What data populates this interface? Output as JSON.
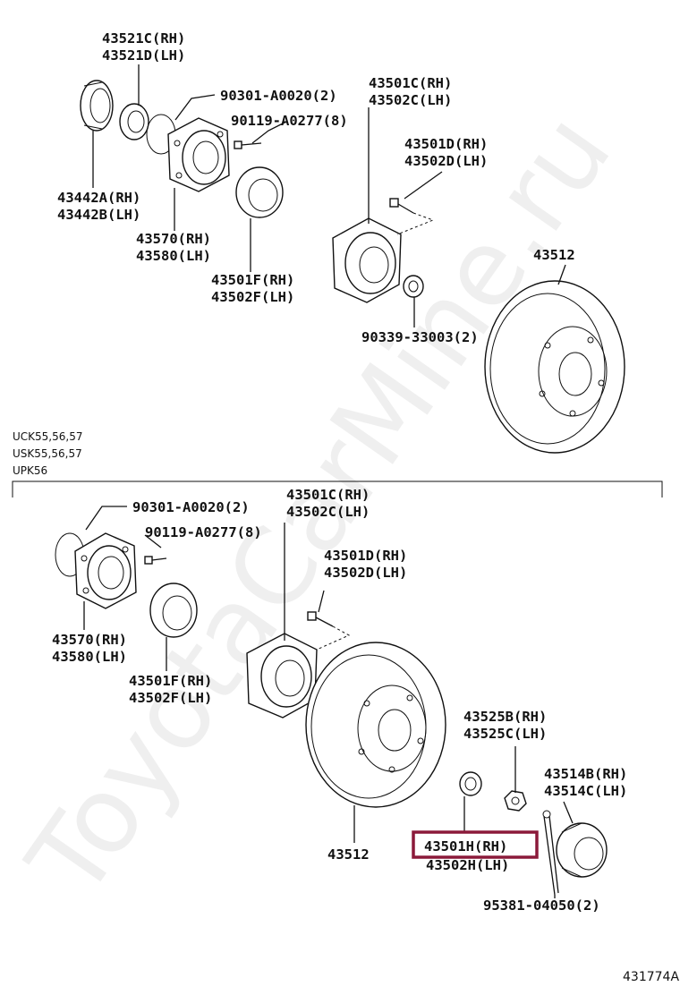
{
  "watermark": "ToyotaCarMine.ru",
  "top": {
    "p43521": [
      "43521C(RH)",
      "43521D(LH)"
    ],
    "p90301": "90301-A0020(2)",
    "p90119": "90119-A0277(8)",
    "p43442": [
      "43442A(RH)",
      "43442B(LH)"
    ],
    "p43570": [
      "43570(RH)",
      "43580(LH)"
    ],
    "p43501F": [
      "43501F(RH)",
      "43502F(LH)"
    ],
    "p43501C": [
      "43501C(RH)",
      "43502C(LH)"
    ],
    "p43501D": [
      "43501D(RH)",
      "43502D(LH)"
    ],
    "p90339": "90339-33003(2)",
    "p43512": "43512"
  },
  "applicability": [
    "UCK55,56,57",
    "USK55,56,57",
    "UPK56"
  ],
  "bottom": {
    "p90301": "90301-A0020(2)",
    "p90119": "90119-A0277(8)",
    "p43501C": [
      "43501C(RH)",
      "43502C(LH)"
    ],
    "p43501D": [
      "43501D(RH)",
      "43502D(LH)"
    ],
    "p43570": [
      "43570(RH)",
      "43580(LH)"
    ],
    "p43501F": [
      "43501F(RH)",
      "43502F(LH)"
    ],
    "p43525": [
      "43525B(RH)",
      "43525C(LH)"
    ],
    "p43514": [
      "43514B(RH)",
      "43514C(LH)"
    ],
    "p43512": "43512",
    "p43501H": [
      "43501H(RH)",
      "43502H(LH)"
    ],
    "p95381": "95381-04050(2)"
  },
  "highlight_color": "#8b1a3a",
  "diagram_id": "431774A"
}
